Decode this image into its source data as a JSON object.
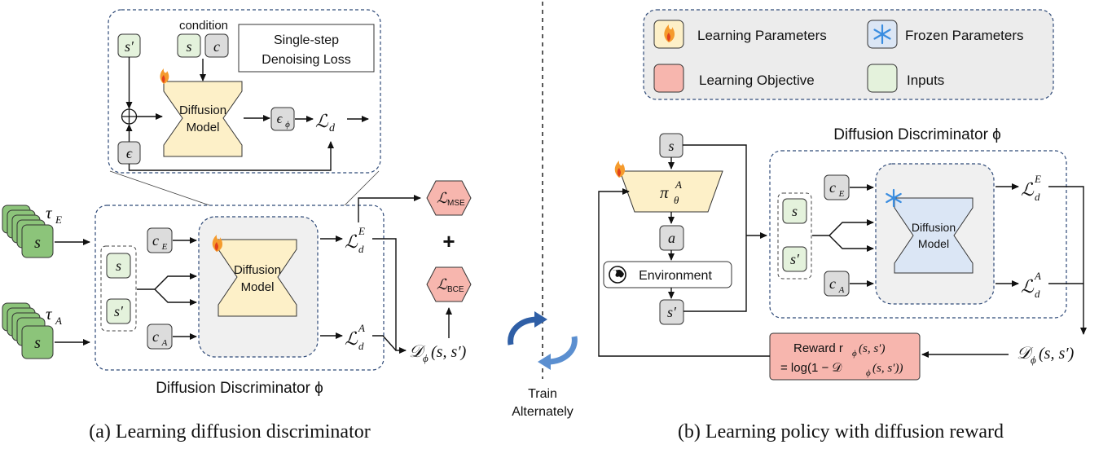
{
  "colors": {
    "learning_params": "#fdf0c8",
    "frozen_params": "#dbe6f5",
    "learning_objective": "#f7b6ae",
    "inputs": "#e4f2dc",
    "stack_green": "#8cc47a",
    "grey_box": "#f0f0f0",
    "dashed_border": "#2f4a78",
    "arrow_blue": "#3e6fb3"
  },
  "legend": {
    "learning_parameters": "Learning Parameters",
    "frozen_parameters": "Frozen Parameters",
    "learning_objective": "Learning Objective",
    "inputs": "Inputs"
  },
  "panel_a": {
    "caption": "(a) Learning diffusion discriminator",
    "discriminator_label": "Diffusion Discriminator ϕ",
    "tau_e": "τ",
    "tau_e_sub": "E",
    "tau_a": "τ",
    "tau_a_sub": "A",
    "stack_label": "s",
    "s": "s",
    "s_prime": "s′",
    "c": "c",
    "c_e_sub": "E",
    "c_a_sub": "A",
    "model_line1": "Diffusion",
    "model_line2": "Model",
    "ld": "ℒ",
    "ld_sub": "d",
    "ld_e_sup": "E",
    "ld_a_sup": "A",
    "d_phi": "𝒟",
    "d_phi_sub": "ϕ",
    "d_phi_args": "(s, s′)",
    "l_mse": "ℒ",
    "l_mse_sub": "MSE",
    "l_bce": "ℒ",
    "l_bce_sub": "BCE",
    "plus": "+",
    "zoom": {
      "condition": "condition",
      "s_prime": "s′",
      "s": "s",
      "c": "c",
      "epsilon": "ϵ",
      "oplus": "⊕",
      "model_line1": "Diffusion",
      "model_line2": "Model",
      "eps_phi": "ϵ",
      "eps_phi_sub": "ϕ",
      "ld": "ℒ",
      "ld_sub": "d",
      "loss_line1": "Single-step",
      "loss_line2": "Denoising Loss"
    }
  },
  "center": {
    "line1": "Train",
    "line2": "Alternately",
    "icon": "rotate-arrows-icon"
  },
  "panel_b": {
    "caption": "(b) Learning policy with diffusion reward",
    "discriminator_label": "Diffusion Discriminator ϕ",
    "s": "s",
    "pi": "π",
    "pi_sup": "A",
    "pi_sub": "θ",
    "a": "a",
    "environment": "Environment",
    "s_prime": "s′",
    "c": "c",
    "c_e_sub": "E",
    "c_a_sub": "A",
    "model_line1": "Diffusion",
    "model_line2": "Model",
    "ld": "ℒ",
    "ld_sub": "d",
    "ld_e_sup": "E",
    "ld_a_sup": "A",
    "d_phi": "𝒟",
    "d_phi_sub": "ϕ",
    "d_phi_args": "(s, s′)",
    "reward_line1": "Reward r",
    "reward_line1_sub": "ϕ",
    "reward_line1_args": "(s, s′)",
    "reward_line2": "= log(1 − 𝒟",
    "reward_line2_sub": "ϕ",
    "reward_line2_tail": "(s, s′))"
  }
}
